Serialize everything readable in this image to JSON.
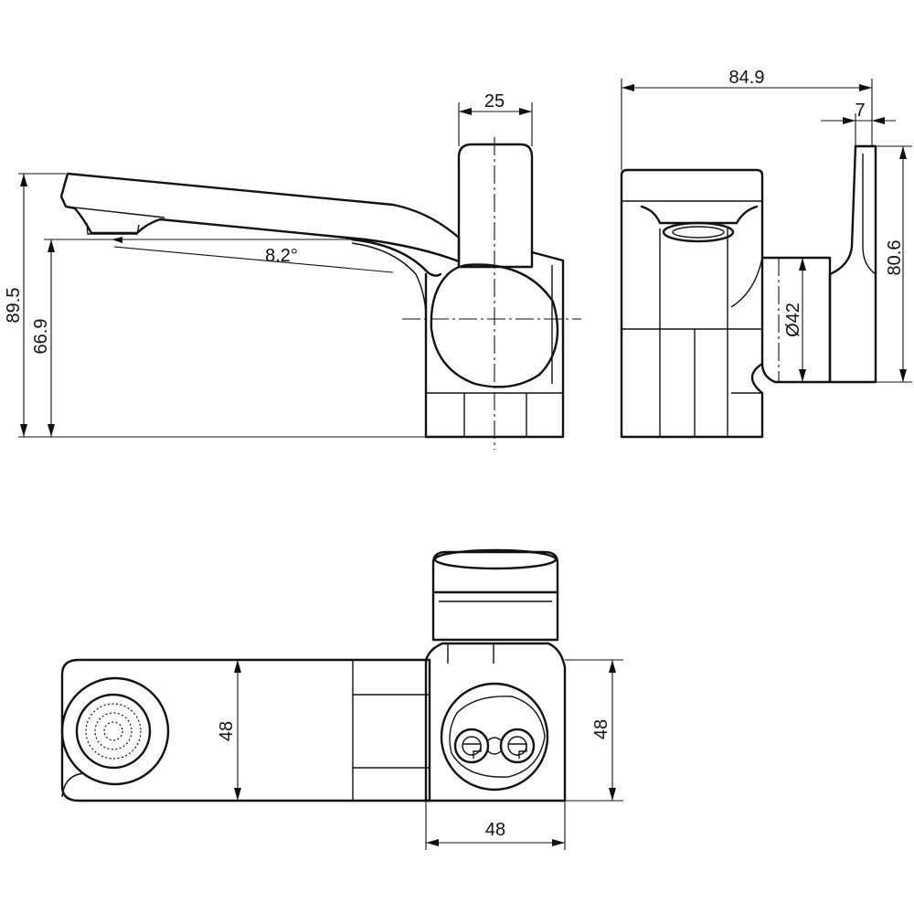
{
  "dimensions": {
    "side_height_total": "89.5",
    "side_height_outlet": "66.9",
    "spout_angle": "8.2°",
    "handle_width": "25",
    "front_depth": "84.9",
    "flange_thickness": "7",
    "flange_height": "80.6",
    "body_diameter": "Ø42",
    "top_spout_width": "48",
    "top_body_height": "48",
    "top_body_width": "48"
  }
}
